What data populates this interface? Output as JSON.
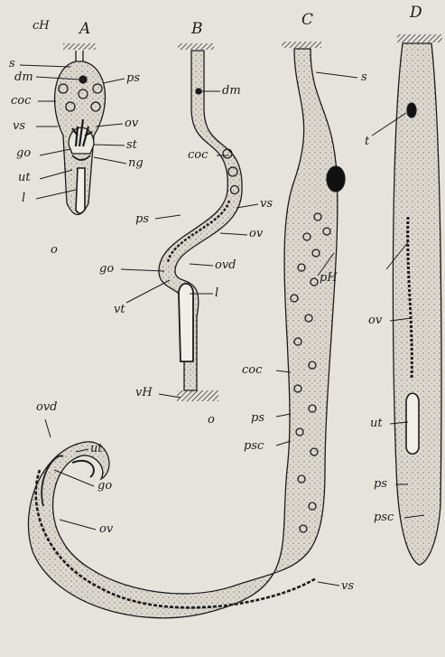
{
  "panels": [
    {
      "id": "A",
      "letter": "A"
    },
    {
      "id": "B",
      "letter": "B"
    },
    {
      "id": "C",
      "letter": "C"
    },
    {
      "id": "D",
      "letter": "D"
    }
  ],
  "labels": {
    "A": [
      "cH",
      "s",
      "dm",
      "coc",
      "vs",
      "go",
      "ut",
      "l",
      "o",
      "ps",
      "ov",
      "st",
      "ng"
    ],
    "B": [
      "dm",
      "coc",
      "vs",
      "ps",
      "ov",
      "go",
      "ovd",
      "vt",
      "l",
      "vH",
      "o"
    ],
    "C": [
      "s",
      "pH",
      "coc",
      "ps",
      "psc",
      "vs"
    ],
    "D": [
      "t",
      "ov",
      "ut",
      "ps",
      "psc"
    ],
    "bottom_left": [
      "ovd",
      "ut",
      "go",
      "ov"
    ]
  },
  "colors": {
    "paper": "#e6e3dc",
    "ink": "#1b1b1b",
    "stipple_fill": "#cfcac0"
  }
}
